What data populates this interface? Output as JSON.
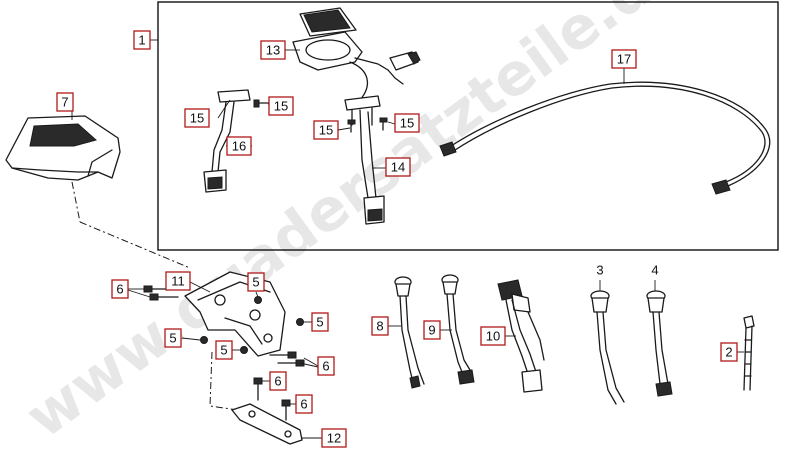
{
  "watermark": "www.quadersatzteile.de",
  "callouts": {
    "c1": "1",
    "c2": "2",
    "c3": "3",
    "c4": "4",
    "c5a": "5",
    "c5b": "5",
    "c5c": "5",
    "c5d": "5",
    "c6a": "6",
    "c6b": "6",
    "c6c": "6",
    "c6d": "6",
    "c7": "7",
    "c8": "8",
    "c9": "9",
    "c10": "10",
    "c11": "11",
    "c12": "12",
    "c13": "13",
    "c14": "14",
    "c15a": "15",
    "c15b": "15",
    "c15c": "15",
    "c15d": "15",
    "c16": "16",
    "c17": "17"
  }
}
